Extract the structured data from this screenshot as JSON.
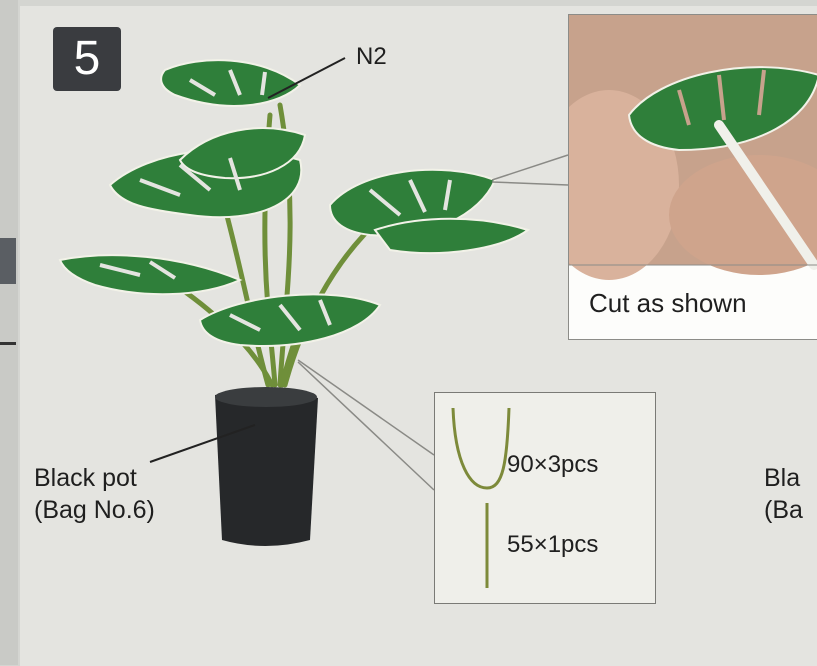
{
  "step": {
    "number": "5"
  },
  "callouts": {
    "leaf_part": "N2",
    "pot_line1": "Black pot",
    "pot_line2": "(Bag No.6)",
    "right_line1": "Bla",
    "right_line2": "(Ba"
  },
  "inset": {
    "caption": "Cut as shown"
  },
  "stems": [
    {
      "label": "90×3pcs",
      "shape": "u-shaped stem"
    },
    {
      "label": "55×1pcs",
      "shape": "straight stem"
    }
  ],
  "colors": {
    "leaf": "#2f7f3a",
    "pot": "#26282a",
    "badge": "#3a3c40",
    "stem": "#7d8a3a"
  }
}
